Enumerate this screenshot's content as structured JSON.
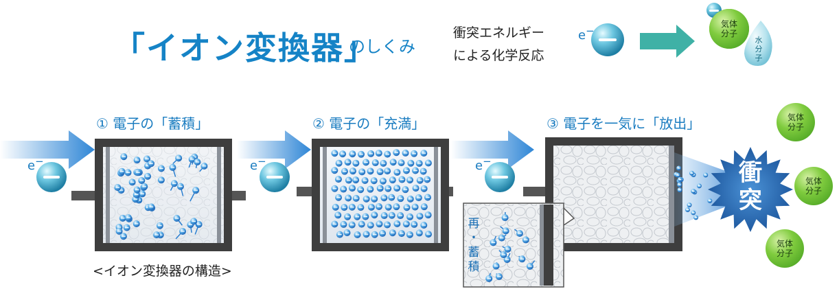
{
  "title": "「イオン変換器」",
  "title_suffix": "のしくみ",
  "legend": {
    "line1": "衝突エネルギー",
    "line2": "による化学反応",
    "electron_symbol": "e",
    "gas_label": [
      "気体",
      "分子"
    ],
    "water_label": [
      "水",
      "分",
      "子"
    ]
  },
  "steps": [
    {
      "label": "① 電子の「蓄積」"
    },
    {
      "label": "② 電子の「充満」"
    },
    {
      "label": "③ 電子を一気に「放出」"
    }
  ],
  "caption": "<イオン変換器の構造>",
  "electron_symbol": "e",
  "recharge_label": [
    "再",
    "・",
    "蓄",
    "積"
  ],
  "impact_label": [
    "衝",
    "突"
  ],
  "gas_molecules": [
    {
      "label": [
        "気体",
        "分子"
      ]
    },
    {
      "label": [
        "気体",
        "分子"
      ]
    },
    {
      "label": [
        "気体",
        "分子"
      ]
    }
  ],
  "colors": {
    "title": "#1583c6",
    "step_text": "#1a7cc0",
    "arrow_blue": "#2f86d6",
    "arrow_teal": "#3fb1a6",
    "electron": "#3fa7c9",
    "chamber_frame": "#4a4a4a",
    "gas_green": "#5fb530",
    "impact_blue": "#1e5fa8"
  }
}
